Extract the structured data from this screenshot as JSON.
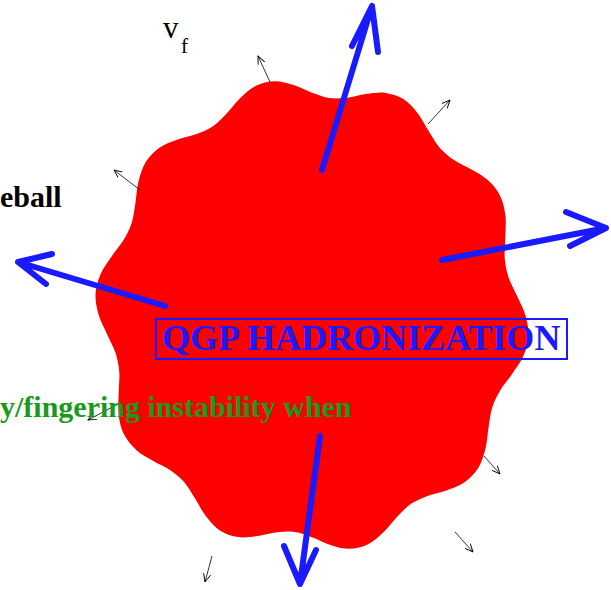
{
  "diagram": {
    "nodes": [
      {
        "text": [
          "QGP HADRONIZATION"
        ]
      }
    ],
    "edges": [],
    "labels": [
      "v",
      "f",
      "eball",
      "y/fingering instability when"
    ]
  }
}
